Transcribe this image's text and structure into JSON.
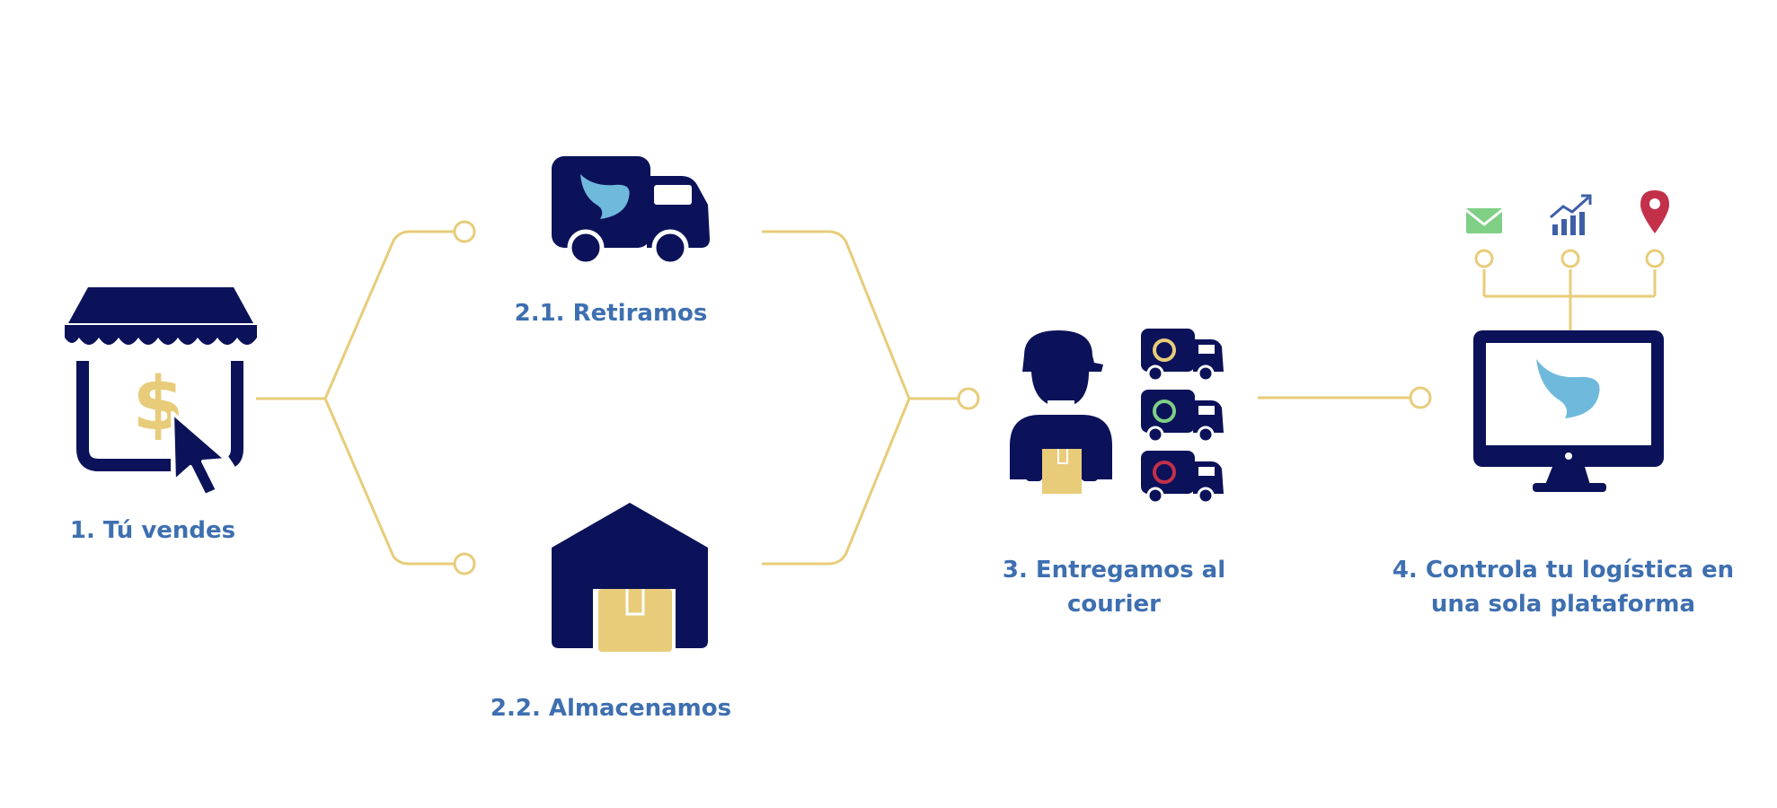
{
  "colors": {
    "navy": "#0b1259",
    "gold": "#e8cc7a",
    "label_blue": "#3e6fb0",
    "wing_blue": "#6fb9dc",
    "mail_green": "#7fcf85",
    "chart_blue": "#3e5fa8",
    "pin_red": "#c3304a",
    "ring_yellow": "#e8cc7a",
    "ring_green": "#7fcf85",
    "ring_red": "#c3304a"
  },
  "steps": {
    "step1": {
      "label": "1. Tú vendes",
      "icon": "storefront-cursor-icon"
    },
    "step2_1": {
      "label": "2.1. Retiramos",
      "icon": "delivery-truck-icon"
    },
    "step2_2": {
      "label": "2.2. Almacenamos",
      "icon": "warehouse-icon"
    },
    "step3": {
      "label_line1": "3. Entregamos al",
      "label_line2": "courier",
      "icon": "courier-trucks-icon"
    },
    "step4": {
      "label_line1": "4. Controla tu logística en",
      "label_line2": "una sola plataforma",
      "icon": "monitor-platform-icon"
    }
  },
  "platform_icons": [
    "mail-icon",
    "chart-icon",
    "location-pin-icon"
  ]
}
